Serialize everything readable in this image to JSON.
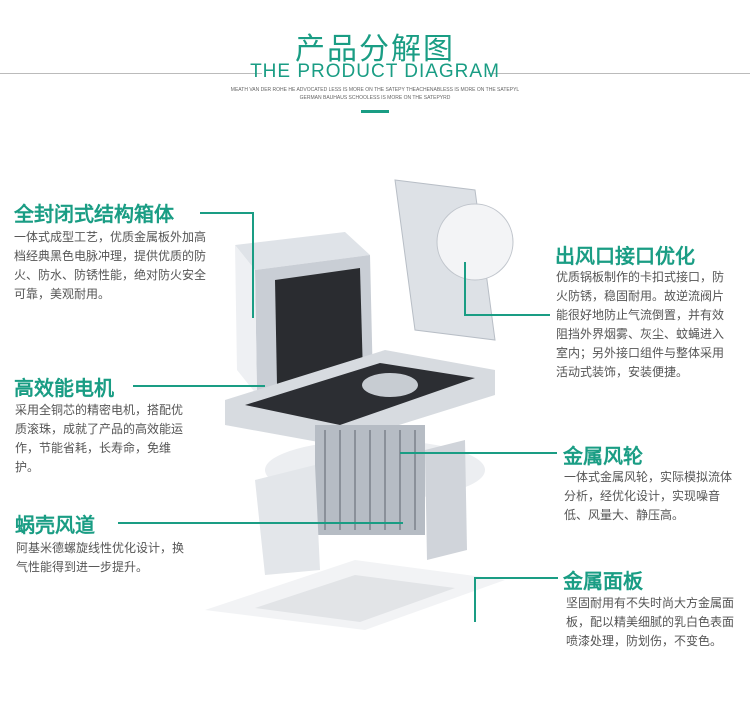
{
  "header": {
    "title_cn": "产品分解图",
    "title_en": "THE PRODUCT DIAGRAM",
    "fine_1": "MEATH VAN DER ROHE HE ADVOCATED LESS IS MORE ON THE SATEPY THEACHENABLESS IS MORE ON THE SATEPYL",
    "fine_2": "GERMAN BAUHAUS SCHOOLESS IS MORE ON THE SATEPYRD"
  },
  "features": [
    {
      "title": "全封闭式结构箱体",
      "desc": "一体式成型工艺，优质金属板外加高档经典黑色电脉冲理，提供优质的防火、防水、防锈性能，绝对防火安全可靠，美观耐用。"
    },
    {
      "title": "高效能电机",
      "desc": "采用全铜芯的精密电机，搭配优质滚珠，成就了产品的高效能运作，节能省耗，长寿命，免维护。"
    },
    {
      "title": "蜗壳风道",
      "desc": "阿基米德螺旋线性优化设计，换气性能得到进一步提升。"
    },
    {
      "title": "出风口接口优化",
      "desc": "优质锅板制作的卡扣式接口，防火防锈，稳固耐用。故逆流阀片能很好地防止气流倒置，并有效阻挡外界烟雾、灰尘、蚊蝇进入室内；另外接口组件与整体采用活动式装饰，安装便捷。"
    },
    {
      "title": "金属风轮",
      "desc": "一体式金属风轮，实际模拟流体分析，经优化设计，实现噪音低、风量大、静压高。"
    },
    {
      "title": "金属面板",
      "desc": "坚固耐用有不失时尚大方金属面板，配以精美细腻的乳白色表面喷漆处理，防划伤，不变色。"
    }
  ],
  "accent_color": "#1a9d84"
}
